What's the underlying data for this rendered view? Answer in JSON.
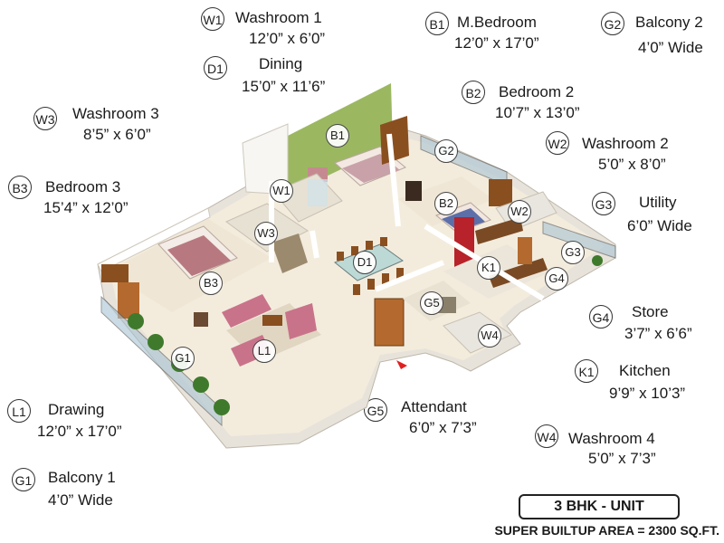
{
  "legend": {
    "W1": {
      "code": "W1",
      "name": "Washroom 1",
      "dim": "12’0” x 6’0”"
    },
    "D1": {
      "code": "D1",
      "name": "Dining",
      "dim": "15’0” x 11’6”"
    },
    "B1": {
      "code": "B1",
      "name": "M.Bedroom",
      "dim": "12’0” x 17’0”"
    },
    "G2": {
      "code": "G2",
      "name": "Balcony 2",
      "dim": "4’0” Wide"
    },
    "B2": {
      "code": "B2",
      "name": "Bedroom 2",
      "dim": "10’7” x 13’0”"
    },
    "W3": {
      "code": "W3",
      "name": "Washroom 3",
      "dim": "8’5” x 6’0”"
    },
    "W2": {
      "code": "W2",
      "name": "Washroom 2",
      "dim": "5’0” x 8’0”"
    },
    "B3": {
      "code": "B3",
      "name": "Bedroom 3",
      "dim": "15’4” x 12’0”"
    },
    "G3": {
      "code": "G3",
      "name": "Utility",
      "dim": "6’0” Wide"
    },
    "G4": {
      "code": "G4",
      "name": "Store",
      "dim": "3’7” x 6’6”"
    },
    "K1": {
      "code": "K1",
      "name": "Kitchen",
      "dim": "9’9” x 10’3”"
    },
    "L1": {
      "code": "L1",
      "name": "Drawing",
      "dim": "12’0” x 17’0”"
    },
    "G5": {
      "code": "G5",
      "name": "Attendant",
      "dim": "6’0” x 7’3”"
    },
    "W4": {
      "code": "W4",
      "name": "Washroom 4",
      "dim": "5’0” x 7’3”"
    },
    "G1": {
      "code": "G1",
      "name": "Balcony 1",
      "dim": "4’0” Wide"
    }
  },
  "footer": {
    "unit_type": "3 BHK - UNIT",
    "area": "SUPER BUILTUP AREA = 2300 SQ.FT."
  },
  "colors": {
    "floor": "#f3ecdd",
    "wall_top": "#ffffff",
    "wall_side": "#d9d4cc",
    "accent_wall": "#9bb861",
    "wood": "#a0622a",
    "bed": "#c58a8f",
    "sofa": "#c9738a",
    "fridge": "#b8222a",
    "plant": "#3f7a2c",
    "entry_arrow": "#e02020"
  }
}
